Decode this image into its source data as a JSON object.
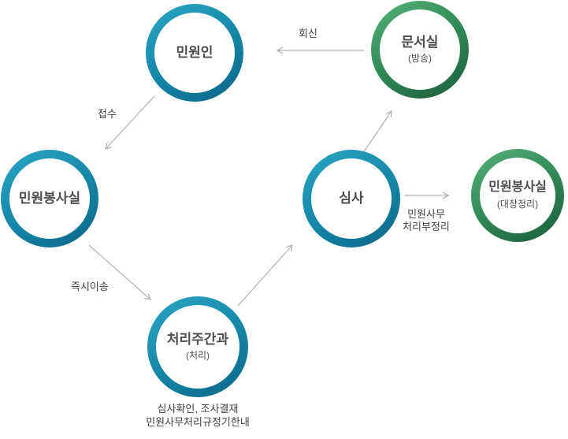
{
  "nodes": {
    "petitioner": {
      "label": "민원인"
    },
    "document_room": {
      "label": "문서실",
      "sublabel": "(방송)"
    },
    "service_room": {
      "label": "민원봉사실"
    },
    "review": {
      "label": "심사"
    },
    "service_room_ledger": {
      "label": "민원봉사실",
      "sublabel": "(대장정리)"
    },
    "processing_dept": {
      "label": "처리주간과",
      "sublabel": "(처리)"
    }
  },
  "edge_labels": {
    "receipt": "접수",
    "reply": "회신",
    "immediate_transfer": "즉시이송",
    "ledger_note_line1": "민원사무",
    "ledger_note_line2": "처리부정리"
  },
  "footnote": {
    "line1": "심사확인, 조사결재",
    "line2": "민원사무처리규정기한내"
  },
  "colors": {
    "teal": "#1587a8",
    "green": "#2f8757",
    "arrow": "#b3b3b3",
    "text": "#4d4d4d"
  }
}
